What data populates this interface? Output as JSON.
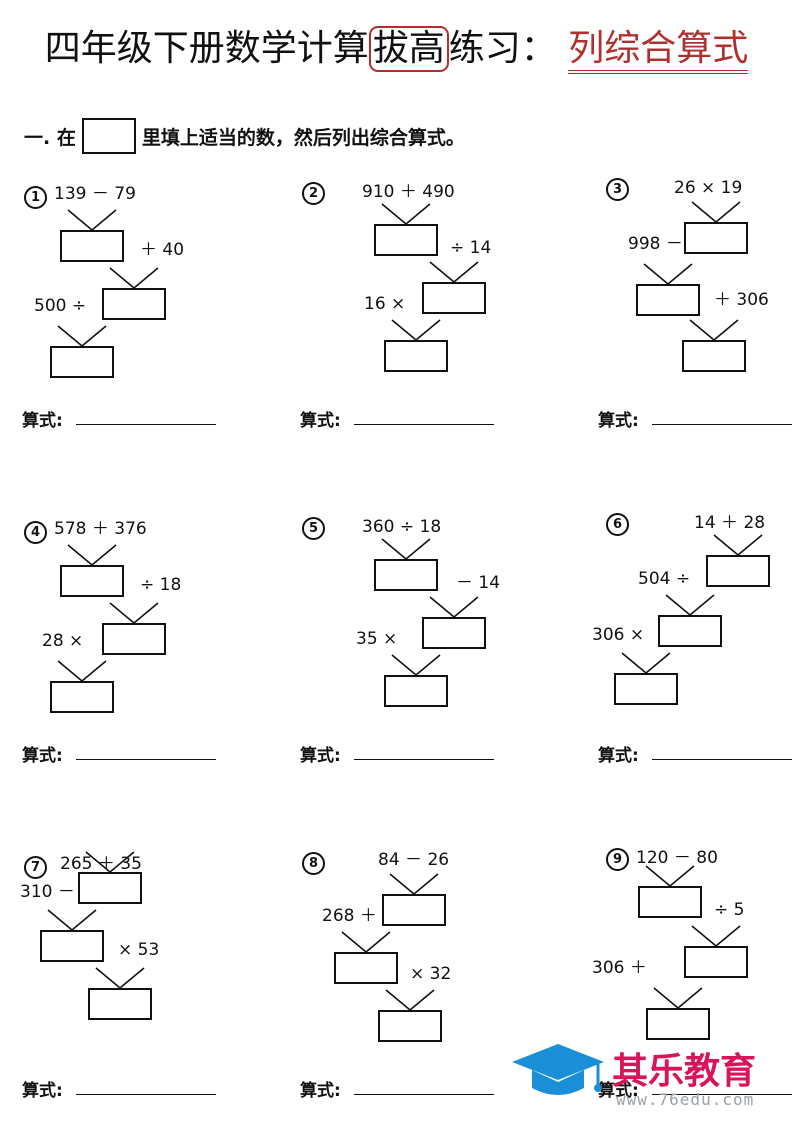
{
  "title": {
    "main_before": "四年级下册数学计算",
    "highlight": "拔高",
    "main_after": "练习：",
    "subtitle": "列综合算式"
  },
  "instruction": {
    "prefix": "一. 在",
    "suffix": "里填上适当的数，然后列出综合算式。"
  },
  "formula_label": "算式:",
  "problems": [
    {
      "num": "1",
      "top": "139 － 79",
      "op1": "＋ 40",
      "op2": "500 ÷"
    },
    {
      "num": "2",
      "top": "910 ＋ 490",
      "op1": "÷ 14",
      "op2": "16 ×"
    },
    {
      "num": "3",
      "top": "26 × 19",
      "op1": "998 －",
      "op2": "＋ 306"
    },
    {
      "num": "4",
      "top": "578 ＋ 376",
      "op1": "÷ 18",
      "op2": "28 ×"
    },
    {
      "num": "5",
      "top": "360 ÷ 18",
      "op1": "－ 14",
      "op2": "35 ×"
    },
    {
      "num": "6",
      "top": "14 ＋ 28",
      "op1": "504 ÷",
      "op2": "306 ×"
    },
    {
      "num": "7",
      "top": "265 ＋ 35",
      "op1": "310 －",
      "op2": "× 53"
    },
    {
      "num": "8",
      "top": "84 － 26",
      "op1": "268 ＋",
      "op2": "× 32"
    },
    {
      "num": "9",
      "top": "120 － 80",
      "op1": "÷ 5",
      "op2": "306 ＋"
    }
  ],
  "logo": {
    "name": "其乐教育",
    "url": "www.76edu.com",
    "icon": "graduation-cap-icon",
    "colors": {
      "cap": "#1a8ed6",
      "name": "#d8145a",
      "url": "#9aa0a6"
    }
  }
}
